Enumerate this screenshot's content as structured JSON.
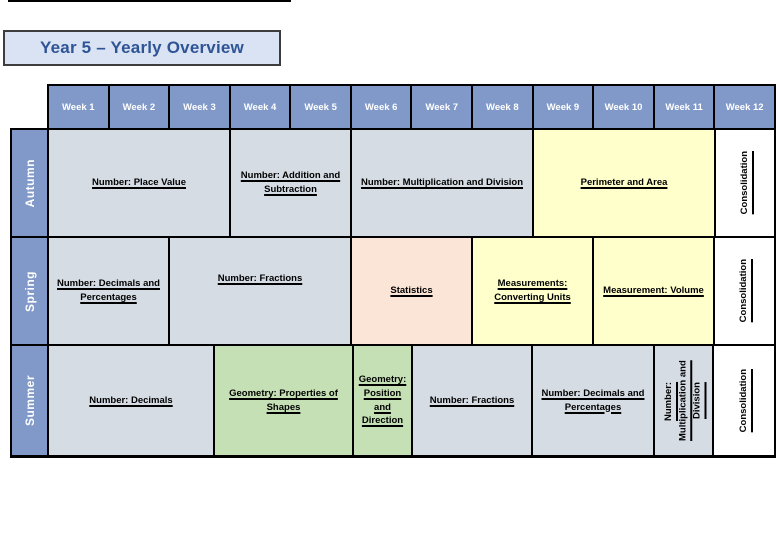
{
  "page": {
    "title": "Year 5 – Yearly Overview"
  },
  "colors": {
    "header_blue": "#8099C8",
    "blue_grey": "#D6DCE4",
    "yellow": "#FFFFCC",
    "peach": "#FBE5D6",
    "green": "#C5E0B4",
    "white": "#FFFFFF",
    "title_bg": "#DAE3F3",
    "title_text": "#2F5496",
    "border": "#000000"
  },
  "table": {
    "weeks": [
      "Week 1",
      "Week 2",
      "Week 3",
      "Week 4",
      "Week 5",
      "Week 6",
      "Week 7",
      "Week 8",
      "Week 9",
      "Week 10",
      "Week 11",
      "Week 12"
    ],
    "rows": [
      {
        "season": "Autumn",
        "cells": [
          {
            "label": "Number: Place Value",
            "bg": "blue_grey",
            "vertical": false
          },
          {
            "label": "Number: Addition and Subtraction",
            "bg": "blue_grey",
            "vertical": false
          },
          {
            "label": "Number: Multiplication and Division",
            "bg": "blue_grey",
            "vertical": false
          },
          {
            "label": "Perimeter and Area",
            "bg": "yellow",
            "vertical": false
          },
          {
            "label": "Consolidation",
            "bg": "white",
            "vertical": true
          }
        ]
      },
      {
        "season": "Spring",
        "cells": [
          {
            "label": "Number: Decimals and Percentages",
            "bg": "blue_grey",
            "vertical": false
          },
          {
            "label": "Number: Fractions",
            "bg": "blue_grey",
            "vertical": false
          },
          {
            "label": "Statistics",
            "bg": "peach",
            "vertical": false
          },
          {
            "label": "Measurements: Converting Units",
            "bg": "yellow",
            "vertical": false
          },
          {
            "label": "Measurement: Volume",
            "bg": "yellow",
            "vertical": false
          },
          {
            "label": "Consolidation",
            "bg": "white",
            "vertical": true
          }
        ]
      },
      {
        "season": "Summer",
        "cells": [
          {
            "label": "Number: Decimals",
            "bg": "blue_grey",
            "vertical": false
          },
          {
            "label": "Geometry: Properties of Shapes",
            "bg": "green",
            "vertical": false
          },
          {
            "label": "Geometry: Position and Direction",
            "bg": "green",
            "vertical": false
          },
          {
            "label": "Number: Fractions",
            "bg": "blue_grey",
            "vertical": false
          },
          {
            "label": "Number: Decimals and Percentages",
            "bg": "blue_grey",
            "vertical": false
          },
          {
            "label": "Number: Multiplication and Division",
            "bg": "blue_grey",
            "vertical": true,
            "wrap": true
          },
          {
            "label": "Consolidation",
            "bg": "white",
            "vertical": true
          }
        ]
      }
    ]
  }
}
